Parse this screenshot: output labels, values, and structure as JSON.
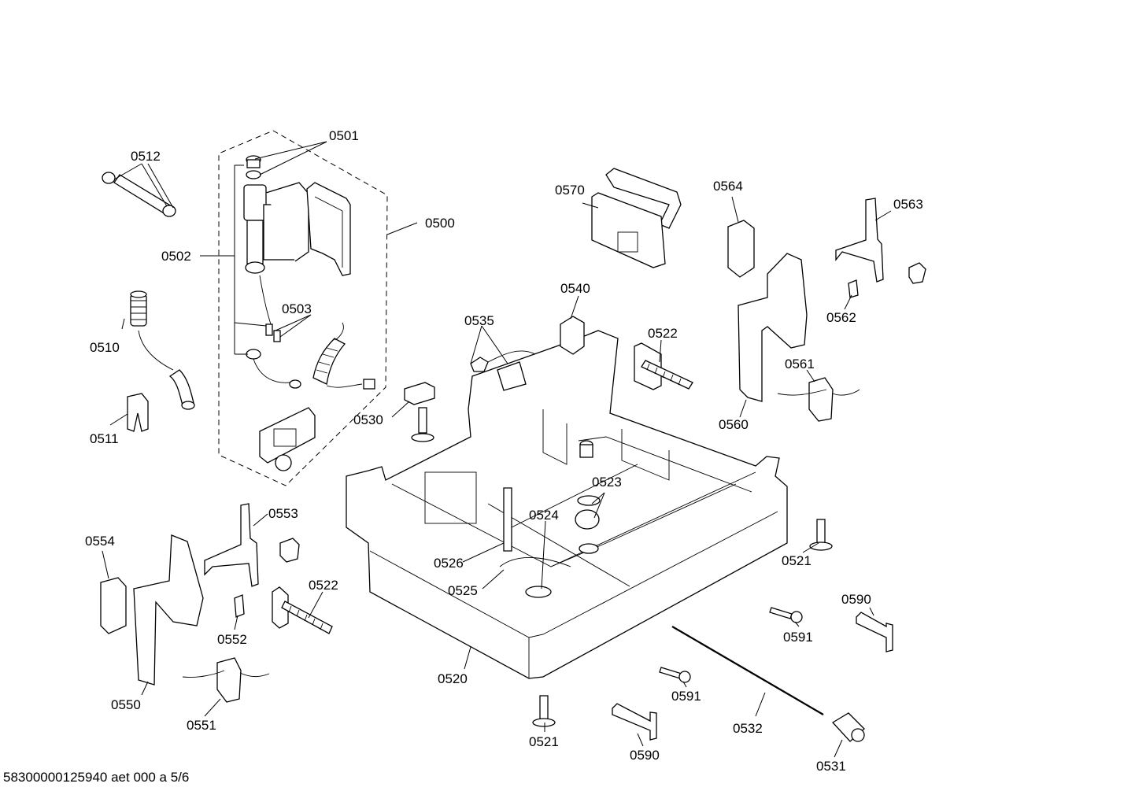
{
  "footer": "58300000125940 aet 000 a 5/6",
  "labels": {
    "l0500": "0500",
    "l0501": "0501",
    "l0502": "0502",
    "l0503": "0503",
    "l0510": "0510",
    "l0511": "0511",
    "l0512": "0512",
    "l0520": "0520",
    "l0521a": "0521",
    "l0521b": "0521",
    "l0522a": "0522",
    "l0522b": "0522",
    "l0523": "0523",
    "l0524": "0524",
    "l0525": "0525",
    "l0526": "0526",
    "l0530": "0530",
    "l0531": "0531",
    "l0532": "0532",
    "l0535": "0535",
    "l0540": "0540",
    "l0550": "0550",
    "l0551": "0551",
    "l0552": "0552",
    "l0553": "0553",
    "l0554": "0554",
    "l0560": "0560",
    "l0561": "0561",
    "l0562": "0562",
    "l0563": "0563",
    "l0564": "0564",
    "l0570": "0570",
    "l0590a": "0590",
    "l0590b": "0590",
    "l0591a": "0591",
    "l0591b": "0591"
  }
}
